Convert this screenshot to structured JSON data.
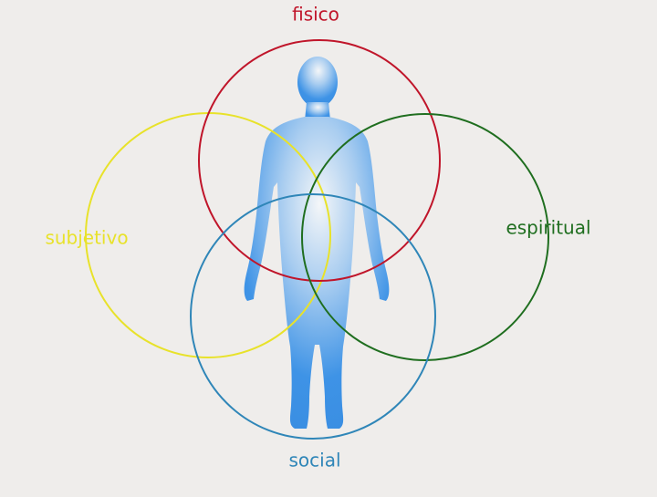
{
  "diagram": {
    "labels": {
      "fisico": "fisico",
      "subjetivo": "subjetivo",
      "espiritual": "espiritual",
      "social": "social"
    },
    "colors": {
      "background": "#efedeb",
      "fisico": "#c0152a",
      "subjetivo": "#e8e22a",
      "espiritual": "#1f6e1f",
      "social": "#2f86b8",
      "figure_light": "#f4f6f8",
      "figure_dark": "#3e93e6"
    },
    "figure_icon": "human-silhouette-icon"
  }
}
